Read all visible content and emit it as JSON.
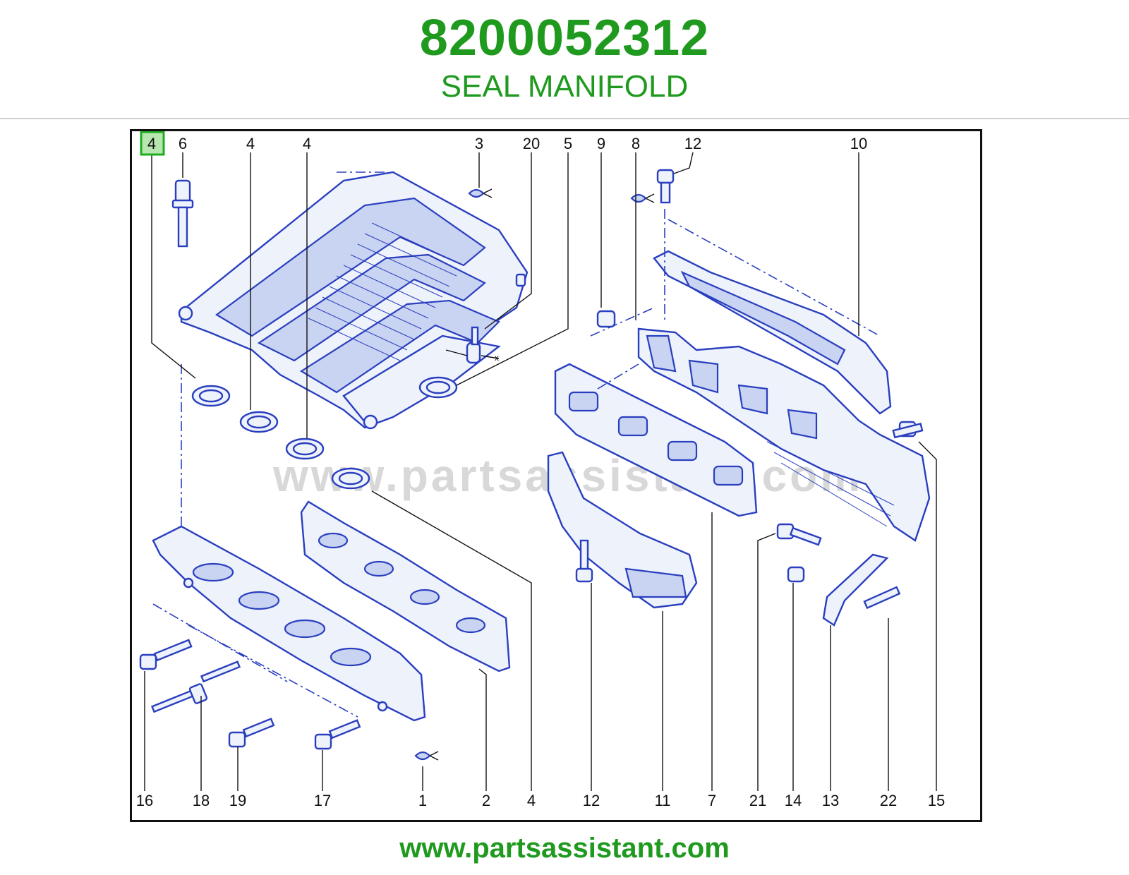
{
  "header": {
    "part_number": "8200052312",
    "part_name": "SEAL MANIFOLD"
  },
  "diagram": {
    "watermark": "www.partsassistant.com",
    "highlighted_label": "4",
    "top_labels": [
      "4",
      "6",
      "4",
      "4",
      "3",
      "20",
      "5",
      "9",
      "8",
      "12",
      "10"
    ],
    "bottom_labels": [
      "16",
      "18",
      "19",
      "17",
      "1",
      "2",
      "4",
      "12",
      "11",
      "7",
      "21",
      "14",
      "13",
      "22",
      "15"
    ],
    "marker": "x",
    "colors": {
      "accent": "#1f9a1f",
      "part_line": "#2a3fbf",
      "highlight": "#1fae1f"
    }
  },
  "footer": {
    "url": "www.partsassistant.com"
  }
}
